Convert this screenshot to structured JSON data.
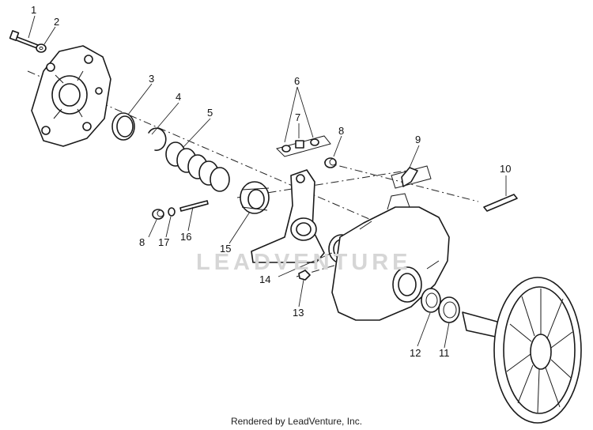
{
  "callouts": [
    {
      "id": "c1",
      "text": "1"
    },
    {
      "id": "c2",
      "text": "2"
    },
    {
      "id": "c3",
      "text": "3"
    },
    {
      "id": "c4",
      "text": "4"
    },
    {
      "id": "c5",
      "text": "5"
    },
    {
      "id": "c6",
      "text": "6"
    },
    {
      "id": "c7",
      "text": "7"
    },
    {
      "id": "c8a",
      "text": "8"
    },
    {
      "id": "c9",
      "text": "9"
    },
    {
      "id": "c10",
      "text": "10"
    },
    {
      "id": "c8b",
      "text": "8"
    },
    {
      "id": "c17",
      "text": "17"
    },
    {
      "id": "c16",
      "text": "16"
    },
    {
      "id": "c15",
      "text": "15"
    },
    {
      "id": "c14",
      "text": "14"
    },
    {
      "id": "c13",
      "text": "13"
    },
    {
      "id": "c12",
      "text": "12"
    },
    {
      "id": "c11",
      "text": "11"
    }
  ],
  "watermark": "LEADVENTURE",
  "footer": "Rendered by LeadVenture, Inc."
}
